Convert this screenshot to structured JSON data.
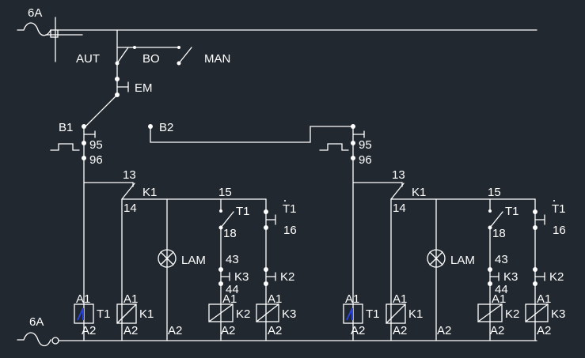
{
  "colors": {
    "background": "#212830",
    "line": "#ffffff",
    "timer_mark": "#2b45d8"
  },
  "top": {
    "fuse_rating": "6A",
    "selector_auto": "AUT",
    "selector_off": "BO",
    "selector_manual": "MAN",
    "emergency": "EM"
  },
  "bottom": {
    "fuse_rating": "6A"
  },
  "channels": [
    {
      "input": "B1",
      "overload_nc_upper": "95",
      "overload_nc_lower": "96",
      "k1_contact_in": "13",
      "k1_contact_name": "K1",
      "k1_contact_out": "14",
      "timer_contact_in": "15",
      "timer_contact_name": "T1",
      "timer_contact_out": "18",
      "timer_nc_name": "T1",
      "timer_nc_pin": "16",
      "k2_contact_in": "43",
      "k2_contact_interlock": "K3",
      "k2_contact_out": "44",
      "k3_interlock": "K2",
      "lamp": "LAM",
      "coils": [
        {
          "a1": "A1",
          "a2": "A2",
          "name": "T1"
        },
        {
          "a1": "A1",
          "a2": "A2",
          "name": "K1"
        },
        {
          "a2": "A2"
        },
        {
          "a1": "A1",
          "a2": "A2",
          "name": "K2"
        },
        {
          "a1": "A1",
          "a2": "A2",
          "name": "K3"
        }
      ]
    },
    {
      "input": "B2",
      "overload_nc_upper": "95",
      "overload_nc_lower": "96",
      "k1_contact_in": "13",
      "k1_contact_name": "K1",
      "k1_contact_out": "14",
      "timer_contact_in": "15",
      "timer_contact_name": "T1",
      "timer_contact_out": "18",
      "timer_nc_name": "T1",
      "timer_nc_pin": "16",
      "k2_contact_in": "43",
      "k2_contact_interlock": "K3",
      "k2_contact_out": "44",
      "k3_interlock": "K2",
      "lamp": "LAM",
      "coils": [
        {
          "a1": "A1",
          "a2": "A2",
          "name": "T1"
        },
        {
          "a1": "A1",
          "a2": "A2",
          "name": "K1"
        },
        {
          "a2": "A2"
        },
        {
          "a1": "A1",
          "a2": "A2",
          "name": "K2"
        },
        {
          "a1": "A1",
          "a2": "A2",
          "name": "K3"
        }
      ]
    }
  ]
}
